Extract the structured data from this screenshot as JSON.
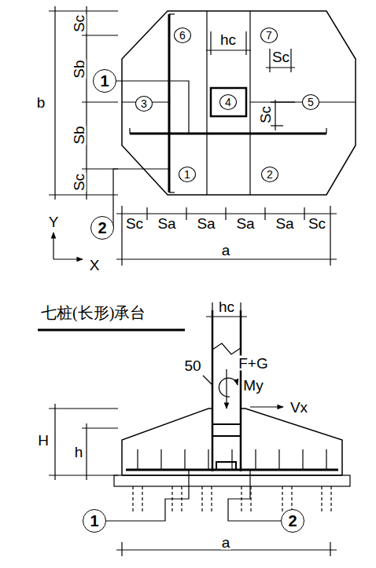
{
  "diagram": {
    "title": "七桩(长形)承台",
    "nodes": [
      {
        "text": [
          "6"
        ]
      },
      {
        "text": [
          "7"
        ]
      },
      {
        "text": [
          "1"
        ]
      },
      {
        "text": [
          "3"
        ]
      },
      {
        "text": [
          "4"
        ]
      },
      {
        "text": [
          "5"
        ]
      },
      {
        "text": [
          "1"
        ]
      },
      {
        "text": [
          "2"
        ]
      },
      {
        "text": [
          "2"
        ]
      },
      {
        "text": [
          "1"
        ]
      },
      {
        "text": [
          "2"
        ]
      }
    ],
    "labels": [
      "Sc",
      "Sb",
      "Sb",
      "Sc",
      "b",
      "hc",
      "Sc",
      "Sc",
      "Y",
      "X",
      "Sc",
      "Sa",
      "Sa",
      "Sa",
      "Sa",
      "Sc",
      "a",
      "hc",
      "50",
      "F+G",
      "My",
      "Vx",
      "H",
      "h",
      "a"
    ]
  }
}
